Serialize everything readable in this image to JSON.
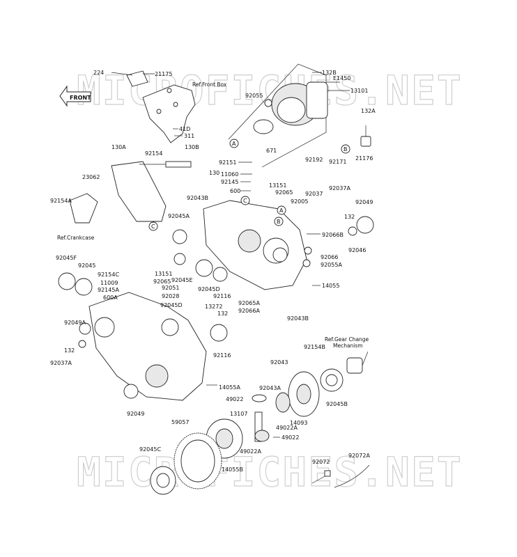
{
  "watermark": "MICROFICHES.NET",
  "front_label": "FRONT",
  "refs": {
    "front_box": "Ref.Front Box",
    "crankcase": "Ref.Crankcase",
    "gear_change": [
      "Ref.Gear Change",
      "Mechanism"
    ]
  },
  "callouts": [
    "A",
    "B",
    "C"
  ],
  "parts": {
    "p224": "224",
    "p21175": "21175",
    "p41D": "41D",
    "p311": "311",
    "p130A": "130A",
    "p92154": "92154",
    "p130B": "130B",
    "p23062": "23062",
    "p92154A": "92154A",
    "p132B": "132B",
    "pE1450": "E1450",
    "p13101": "13101",
    "p92055": "92055",
    "p671": "671",
    "p132A": "132A",
    "p21176": "21176",
    "p92151": "92151",
    "p11060": "11060",
    "p92145": "92145",
    "p600": "600",
    "p13151": "13151",
    "p92065": "92065",
    "p92192": "92192",
    "p92171": "92171",
    "p92037": "92037",
    "p92037A": "92037A",
    "p92005": "92005",
    "p132": "132",
    "p92049": "92049",
    "p130": "130",
    "p92043B": "92043B",
    "p92045A": "92045A",
    "p92066B": "92066B",
    "p92046": "92046",
    "p92066": "92066",
    "p92055A": "92055A",
    "p92045E": "92045E",
    "p92045D": "92045D",
    "p92116": "92116",
    "p14055": "14055",
    "p92065A": "92065A",
    "p92066A": "92066A",
    "p92043B_2": "92043B",
    "p92045F": "92045F",
    "p92045": "92045",
    "p92154C": "92154C",
    "p13151_2": "13151",
    "p11009": "11009",
    "p92065_2": "92065",
    "p92145A": "92145A",
    "p92051": "92051",
    "p600A": "600A",
    "p92028": "92028",
    "p92045D_2": "92045D",
    "p13272": "13272",
    "p132_2": "132",
    "p92049A": "92049A",
    "p132_3": "132",
    "p92037A_2": "92037A",
    "p92116_2": "92116",
    "p14055A": "14055A",
    "p92049_2": "92049",
    "p92154B": "92154B",
    "p92043": "92043",
    "p92043A": "92043A",
    "p49022": "49022",
    "p49022A": "49022A",
    "p14093": "14093",
    "p92045B": "92045B",
    "p13107": "13107",
    "p49022_2": "49022",
    "p59057": "59057",
    "p92045C": "92045C",
    "p49022A_2": "49022A",
    "p14055B": "14055B",
    "p92072": "92072",
    "p92072A": "92072A"
  },
  "colors": {
    "ink": "#222222",
    "watermark": "#cfcfcf",
    "paper": "#ffffff"
  }
}
